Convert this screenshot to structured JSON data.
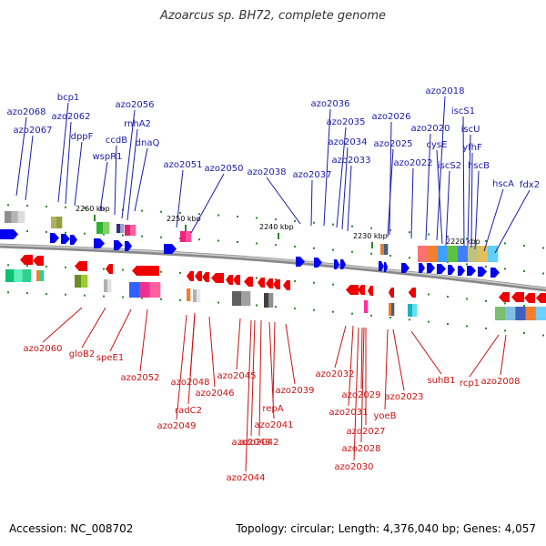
{
  "title": "Azoarcus sp. BH72, complete genome",
  "footer": {
    "accession": "Accession: NC_008702",
    "summary": "Topology: circular; Length: 4,376,040 bp; Genes: 4,057"
  },
  "colors": {
    "forward_gene": "#0000ee",
    "reverse_gene": "#ee0000",
    "forward_label": "#1a1aa8",
    "reverse_label": "#cc1111",
    "backbone": "#8a8a8a",
    "tick": "#2a8a2a"
  },
  "scale_labels": [
    "2260 kbp",
    "2250 kbp",
    "2240 kbp",
    "2230 kbp",
    "2220 kbp"
  ],
  "forward_labels": [
    "azo2068",
    "azo2067",
    "bcp1",
    "azo2062",
    "dppF",
    "wspR1",
    "ccdB",
    "azo2056",
    "rnhA2",
    "dnaQ",
    "azo2051",
    "azo2050",
    "azo2038",
    "azo2037",
    "azo2036",
    "azo2035",
    "azo2034",
    "azo2033",
    "azo2026",
    "azo2025",
    "azo2022",
    "azo2018",
    "azo2020",
    "iscS1",
    "iscU",
    "cysE",
    "yfhF",
    "iscS2",
    "hscB",
    "hscA",
    "fdx2"
  ],
  "reverse_labels": [
    "azo2060",
    "gloB2",
    "speE1",
    "azo2052",
    "azo2048",
    "azo2049",
    "radC2",
    "azo2046",
    "azo2045",
    "azo2043",
    "azo2042",
    "azo2044",
    "azo2041",
    "repA",
    "azo2039",
    "azo2032",
    "azo2031",
    "azo2029",
    "azo2027",
    "azo2028",
    "azo2030",
    "azo2023",
    "yoeB",
    "suhB1",
    "rcp1",
    "azo2008"
  ]
}
